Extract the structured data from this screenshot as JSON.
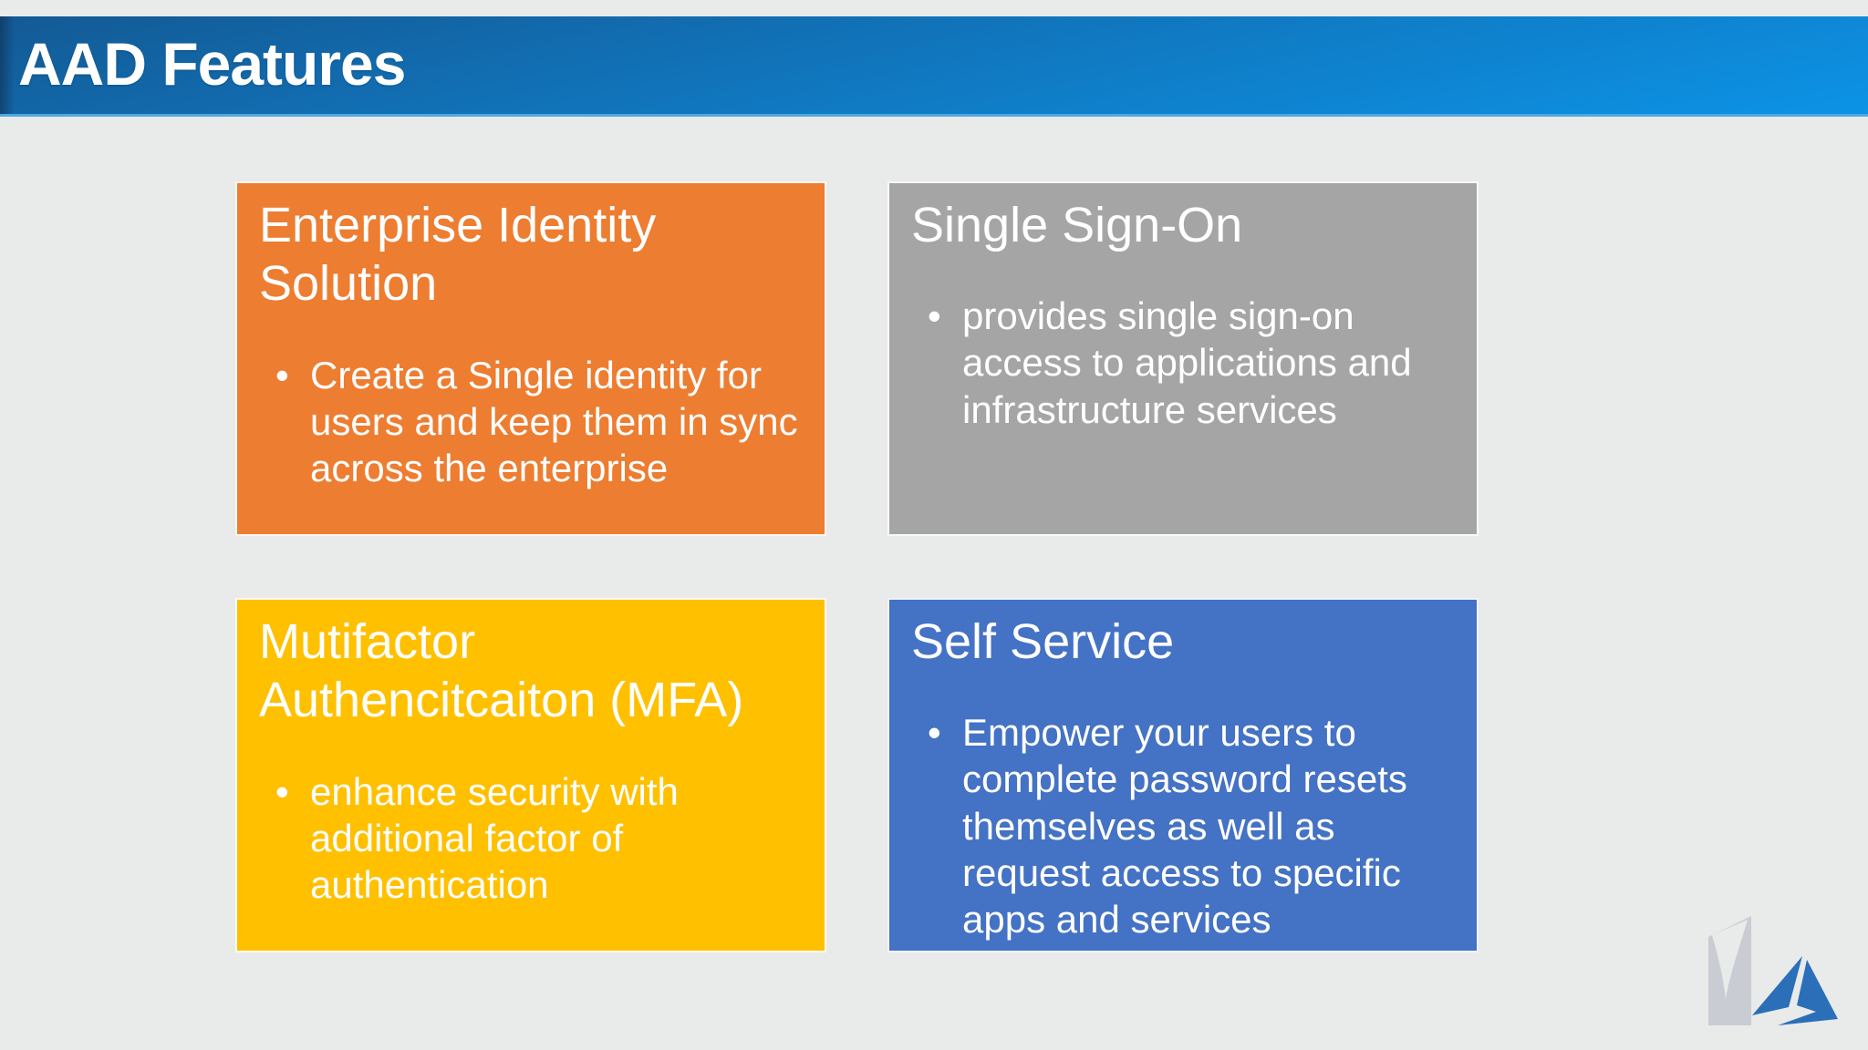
{
  "slide": {
    "background_color": "#e9eaea",
    "title_bar": {
      "label": "AAD Features",
      "text_color": "#ffffff",
      "gradient_top": "#135a95",
      "gradient_mid": "#1173b9",
      "gradient_bottom": "#0c93e6",
      "underline_color": "#4fa8e2"
    }
  },
  "cards": [
    {
      "title": "Enterprise Identity Solution",
      "color": "#ED7D31",
      "text_color": "#ffffff",
      "bullets": [
        "Create a Single identity for users and keep them in sync across the enterprise"
      ]
    },
    {
      "title": "Single Sign-On",
      "color": "#A5A5A5",
      "text_color": "#ffffff",
      "bullets": [
        "provides single sign-on access to applications and infrastructure services"
      ]
    },
    {
      "title": "Mutifactor Authencitcaiton (MFA)",
      "color": "#FFC000",
      "text_color": "#ffffff",
      "bullets": [
        "enhance security with additional factor of authentication"
      ]
    },
    {
      "title": "Self Service",
      "color": "#4472C4",
      "text_color": "#ffffff",
      "bullets": [
        "Empower your users to complete password resets themselves as well as request access to specific apps and services"
      ]
    }
  ],
  "logo": {
    "name": "azure-logo",
    "slab_color": "#c9ccd2",
    "notch_color": "#e9eaea",
    "a_color": "#2a6fb8"
  }
}
